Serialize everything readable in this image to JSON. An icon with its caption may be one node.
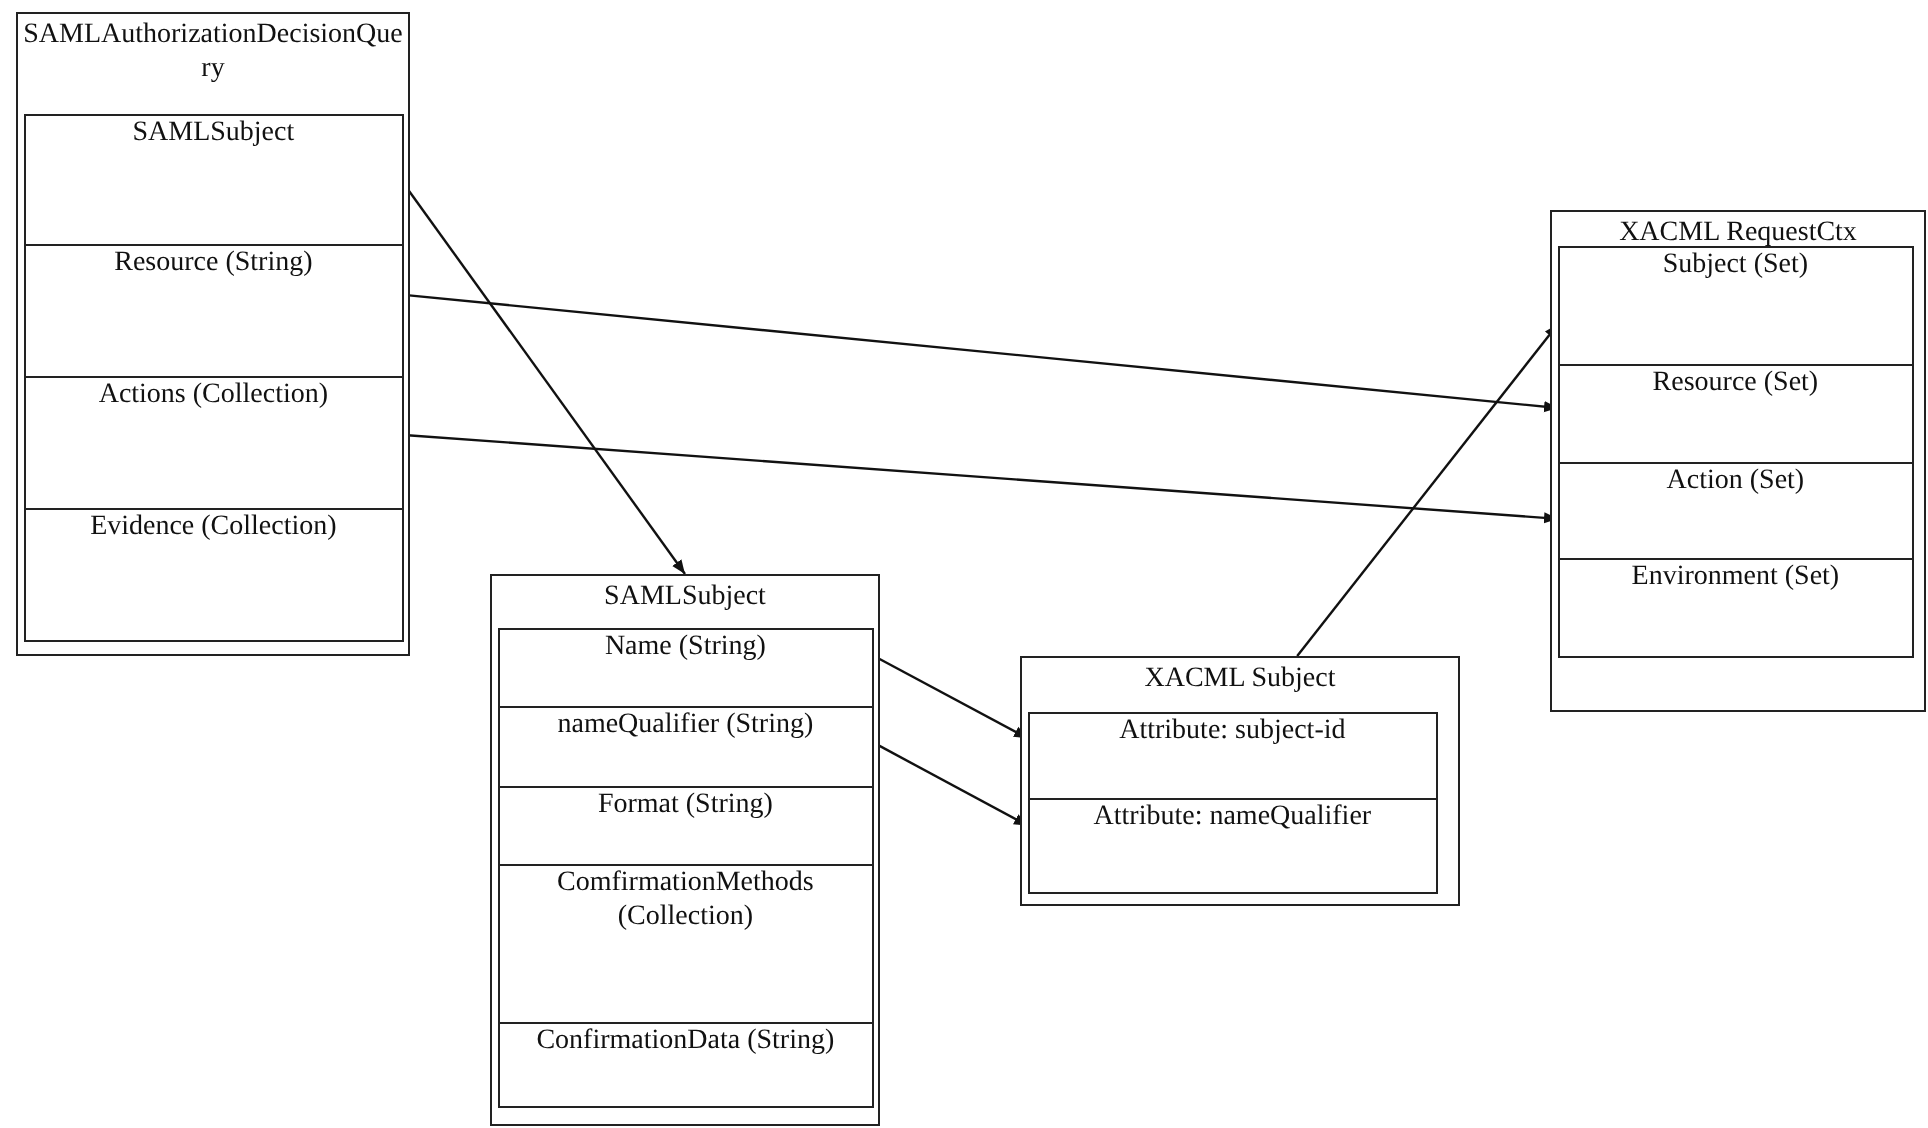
{
  "diagram": {
    "nodes": [
      {
        "text": [
          "SAMLAuthorizationDecisionQuery"
        ]
      },
      {
        "text": [
          "SAMLSubject"
        ],
        "in": 0
      },
      {
        "text": [
          "Resource (String)"
        ],
        "in": 0
      },
      {
        "text": [
          "Actions (Collection)"
        ],
        "in": 0
      },
      {
        "text": [
          "Evidence (Collection)"
        ],
        "in": 0
      },
      {
        "text": [
          "SAMLSubject"
        ]
      },
      {
        "text": [
          "Name (String)"
        ],
        "in": 5
      },
      {
        "text": [
          "nameQualifier (String)"
        ],
        "in": 5
      },
      {
        "text": [
          "Format (String)"
        ],
        "in": 5
      },
      {
        "text": [
          "ComfirmationMethods (Collection)"
        ],
        "in": 5
      },
      {
        "text": [
          "ConfirmationData (String)"
        ],
        "in": 5
      },
      {
        "text": [
          "XACML Subject"
        ]
      },
      {
        "text": [
          "Attribute: subject-id"
        ],
        "in": 11
      },
      {
        "text": [
          "Attribute: nameQualifier"
        ],
        "in": 11
      },
      {
        "text": [
          "XACML RequestCtx"
        ]
      },
      {
        "text": [
          "Subject (Set)"
        ],
        "in": 14
      },
      {
        "text": [
          "Resource (Set)"
        ],
        "in": 14
      },
      {
        "text": [
          "Action (Set)"
        ],
        "in": 14
      },
      {
        "text": [
          "Environment (Set)"
        ],
        "in": 14
      }
    ],
    "edges": [
      {
        "from": 1,
        "to": 5,
        "arrow": "to"
      },
      {
        "from": 2,
        "to": 16,
        "arrow": "to"
      },
      {
        "from": 3,
        "to": 17,
        "arrow": "to"
      },
      {
        "from": 6,
        "to": 12,
        "arrow": "to"
      },
      {
        "from": 7,
        "to": 13,
        "arrow": "to"
      },
      {
        "from": 11,
        "to": 15,
        "arrow": "to"
      }
    ]
  }
}
